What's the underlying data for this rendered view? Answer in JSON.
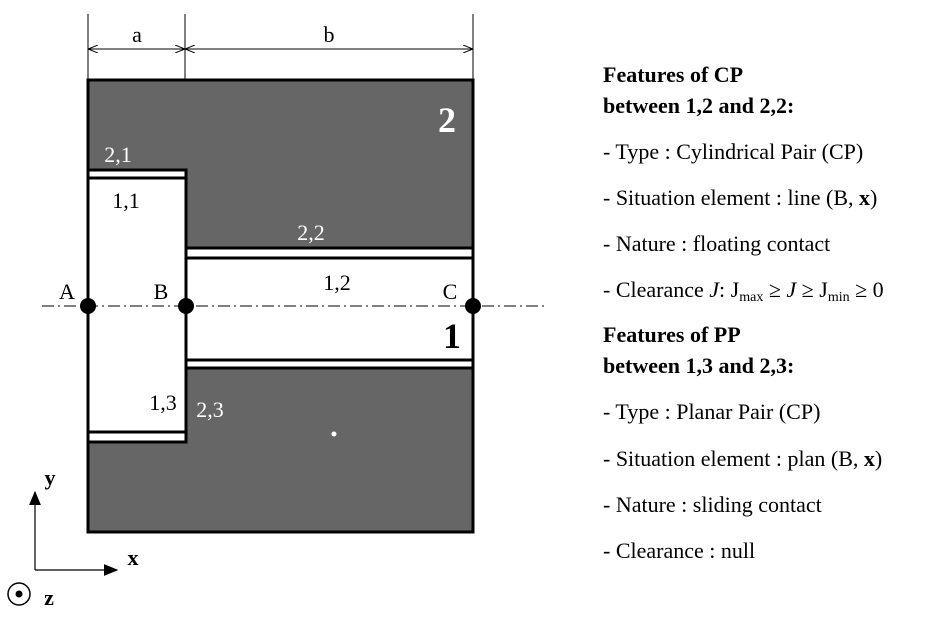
{
  "diagram": {
    "dim_a": "a",
    "dim_b": "b",
    "part_2": "2",
    "part_1": "1",
    "surface_2_1": "2,1",
    "surface_1_1": "1,1",
    "surface_2_2": "2,2",
    "surface_1_2": "1,2",
    "surface_1_3": "1,3",
    "surface_2_3": "2,3",
    "point_a": "A",
    "point_b": "B",
    "point_c": "C",
    "axis_y": "y",
    "axis_x": "x",
    "axis_z": "z",
    "colors": {
      "part2_fill": "#666666",
      "part1_fill": "#ffffff",
      "line": "#000000"
    }
  },
  "features": {
    "cp_heading_1": "Features of CP",
    "cp_heading_2": "between 1,2 and 2,2:",
    "cp_type": "- Type : Cylindrical Pair (CP)",
    "cp_situation_prefix": "- Situation element : line (B, ",
    "cp_situation_bold": "x",
    "cp_situation_suffix": ")",
    "cp_nature": "- Nature : floating contact",
    "cp_clearance_prefix": "- Clearance ",
    "cp_clearance_j": "J",
    "cp_clearance_colon": ": J",
    "cp_clearance_max": "max",
    "cp_clearance_mid": " ≥ ",
    "cp_clearance_j2": "J",
    "cp_clearance_mid2": " ≥ J",
    "cp_clearance_min": "min",
    "cp_clearance_end": " ≥ 0",
    "pp_heading_1": "Features of PP",
    "pp_heading_2": "between 1,3 and 2,3:",
    "pp_type": "- Type : Planar Pair (CP)",
    "pp_situation_prefix": "- Situation element : plan (B, ",
    "pp_situation_bold": "x",
    "pp_situation_suffix": ")",
    "pp_nature": "- Nature : sliding contact",
    "pp_clearance": "- Clearance : null"
  }
}
